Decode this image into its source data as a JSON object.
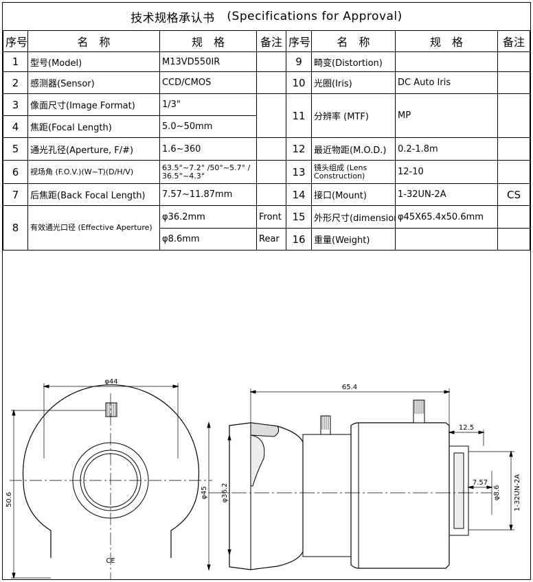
{
  "title": {
    "cn": "技术规格承认书",
    "en": "(Specifications for Approval)"
  },
  "headers": {
    "seq": "序号",
    "name": "名　称",
    "spec": "规　格",
    "note": "备注"
  },
  "rows": {
    "r1": {
      "no": "1",
      "name": "型号(Model)",
      "spec": "M13VD550IR",
      "note": ""
    },
    "r2": {
      "no": "2",
      "name": "感测器(Sensor)",
      "spec": "CCD/CMOS",
      "note": ""
    },
    "r3": {
      "no": "3",
      "name": "像面尺寸(Image Format)",
      "spec": "1/3\"",
      "note": ""
    },
    "r4": {
      "no": "4",
      "name": "焦距(Focal Length)",
      "spec": "5.0~50mm",
      "note": ""
    },
    "r5": {
      "no": "5",
      "name": "通光孔径(Aperture, F/#)",
      "spec": "1.6~360",
      "note": ""
    },
    "r6": {
      "no": "6",
      "name": "视场角 (F.O.V.)(W~T)(D/H/V)",
      "spec": "63.5°~7.2° /50°~5.7° / 36.5°~4.3°",
      "note": ""
    },
    "r7": {
      "no": "7",
      "name": "后焦距(Back Focal Length)",
      "spec": "7.57~11.87mm",
      "note": ""
    },
    "r8": {
      "no": "8",
      "name": "有效通光口径 (Effective Aperture)",
      "spec_front": "φ36.2mm",
      "note_front": "Front",
      "spec_rear": "φ8.6mm",
      "note_rear": "Rear"
    },
    "r9": {
      "no": "9",
      "name": "畸变(Distortion)",
      "spec": "",
      "note": ""
    },
    "r10": {
      "no": "10",
      "name": "光圈(Iris)",
      "spec": "DC Auto Iris",
      "note": ""
    },
    "r11": {
      "no": "11",
      "name": "分辨率 (MTF)",
      "spec": "MP",
      "note": ""
    },
    "r12": {
      "no": "12",
      "name": "最近物距(M.O.D.)",
      "spec": "0.2-1.8m",
      "note": ""
    },
    "r13": {
      "no": "13",
      "name": "镜头组成 (Lens Construction)",
      "spec": "12-10",
      "note": ""
    },
    "r14": {
      "no": "14",
      "name": "接口(Mount)",
      "spec": "1-32UN-2A",
      "note": "CS"
    },
    "r15": {
      "no": "15",
      "name": "外形尺寸(dimension)",
      "spec": "φ45X65.4x50.6mm",
      "note": ""
    },
    "r16": {
      "no": "16",
      "name": "重量(Weight)",
      "spec": "",
      "note": ""
    }
  },
  "drawing": {
    "front_view": {
      "dia_label": "φ44",
      "height_label": "50.6",
      "marking": "CE"
    },
    "side_view": {
      "length_label": "65.4",
      "outer_dia_label": "φ45",
      "front_ap_label": "φ36.2",
      "rear_len_label": "12.5",
      "bfl_label": "7.57",
      "rear_ap_label": "φ8.6",
      "thread_label": "1-32UN-2A"
    }
  }
}
